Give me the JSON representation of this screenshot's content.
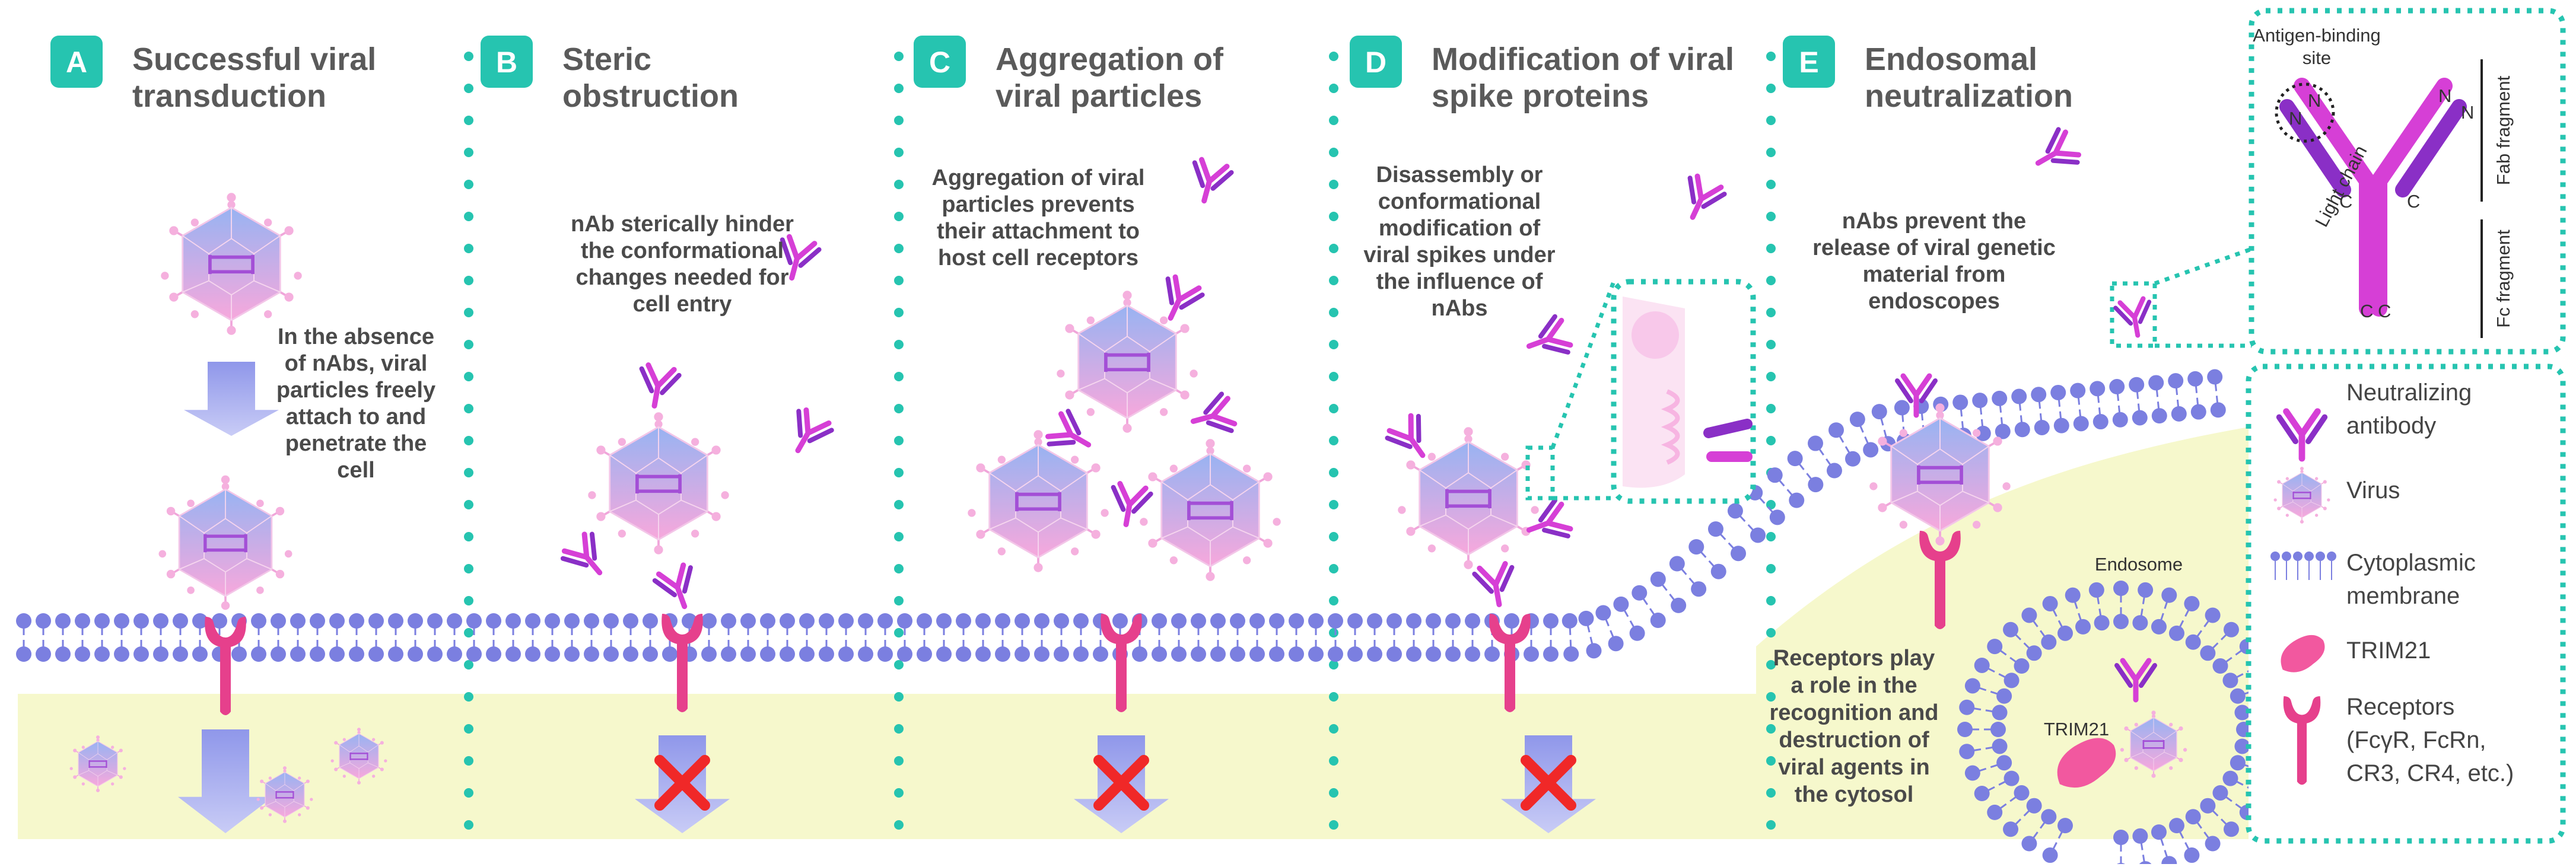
{
  "colors": {
    "teal": "#26c4b0",
    "membrane_head": "#7b7fe0",
    "cytosol": "#f6f8cc",
    "antibody": "#8a2fc6",
    "antibody_tip": "#d63fd6",
    "receptor": "#e6408c",
    "x_mark": "#f02828",
    "virus_top": "#9db6f0",
    "virus_bottom": "#f5a6dd"
  },
  "panels": [
    {
      "letter": "A",
      "title": [
        "Successful viral",
        "transduction"
      ],
      "body": [
        "In the absence",
        "of nAbs, viral",
        "particles freely",
        "attach to and",
        "penetrate the",
        "cell"
      ]
    },
    {
      "letter": "B",
      "title": [
        "Steric",
        "obstruction"
      ],
      "body": [
        "nAb sterically hinder",
        "the conformational",
        "changes needed for",
        "cell entry"
      ]
    },
    {
      "letter": "C",
      "title": [
        "Aggregation of",
        "viral particles"
      ],
      "body": [
        "Aggregation of viral",
        "particles prevents",
        "their attachment to",
        "host cell receptors"
      ]
    },
    {
      "letter": "D",
      "title": [
        "Modification of viral",
        "spike proteins"
      ],
      "body": [
        "Disassembly or",
        "conformational",
        "modification of",
        "viral spikes under",
        "the influence of",
        "nAbs"
      ]
    },
    {
      "letter": "E",
      "title": [
        "Endosomal",
        "neutralization"
      ],
      "body": [
        "nAbs prevent the",
        "release of viral genetic",
        "material from",
        "endoscopes"
      ]
    }
  ],
  "cytosol_note": [
    "Receptors play",
    "a role in the",
    "recognition and",
    "destruction of",
    "viral agents in",
    "the  cytosol"
  ],
  "endosome_label": "Endosome",
  "trim21_label": "TRIM21",
  "antibody_detail": {
    "antigen_binding_site": [
      "Antigen-binding",
      "site"
    ],
    "light_chain": "Light chain",
    "fab_fragment": "Fab fragment",
    "fc_fragment": "Fc fragment",
    "n_label": "N",
    "c_label": "C"
  },
  "legend": [
    {
      "icon": "antibody-icon",
      "label": [
        "Neutralizing",
        "antibody"
      ]
    },
    {
      "icon": "virus-icon",
      "label": [
        "Virus"
      ]
    },
    {
      "icon": "membrane-icon",
      "label": [
        "Cytoplasmic",
        "membrane"
      ]
    },
    {
      "icon": "trim21-icon",
      "label": [
        "TRIM21"
      ]
    },
    {
      "icon": "receptor-icon",
      "label": [
        "Receptors",
        "(FcγR, FcRn,",
        "CR3, CR4, etc.)"
      ]
    }
  ]
}
